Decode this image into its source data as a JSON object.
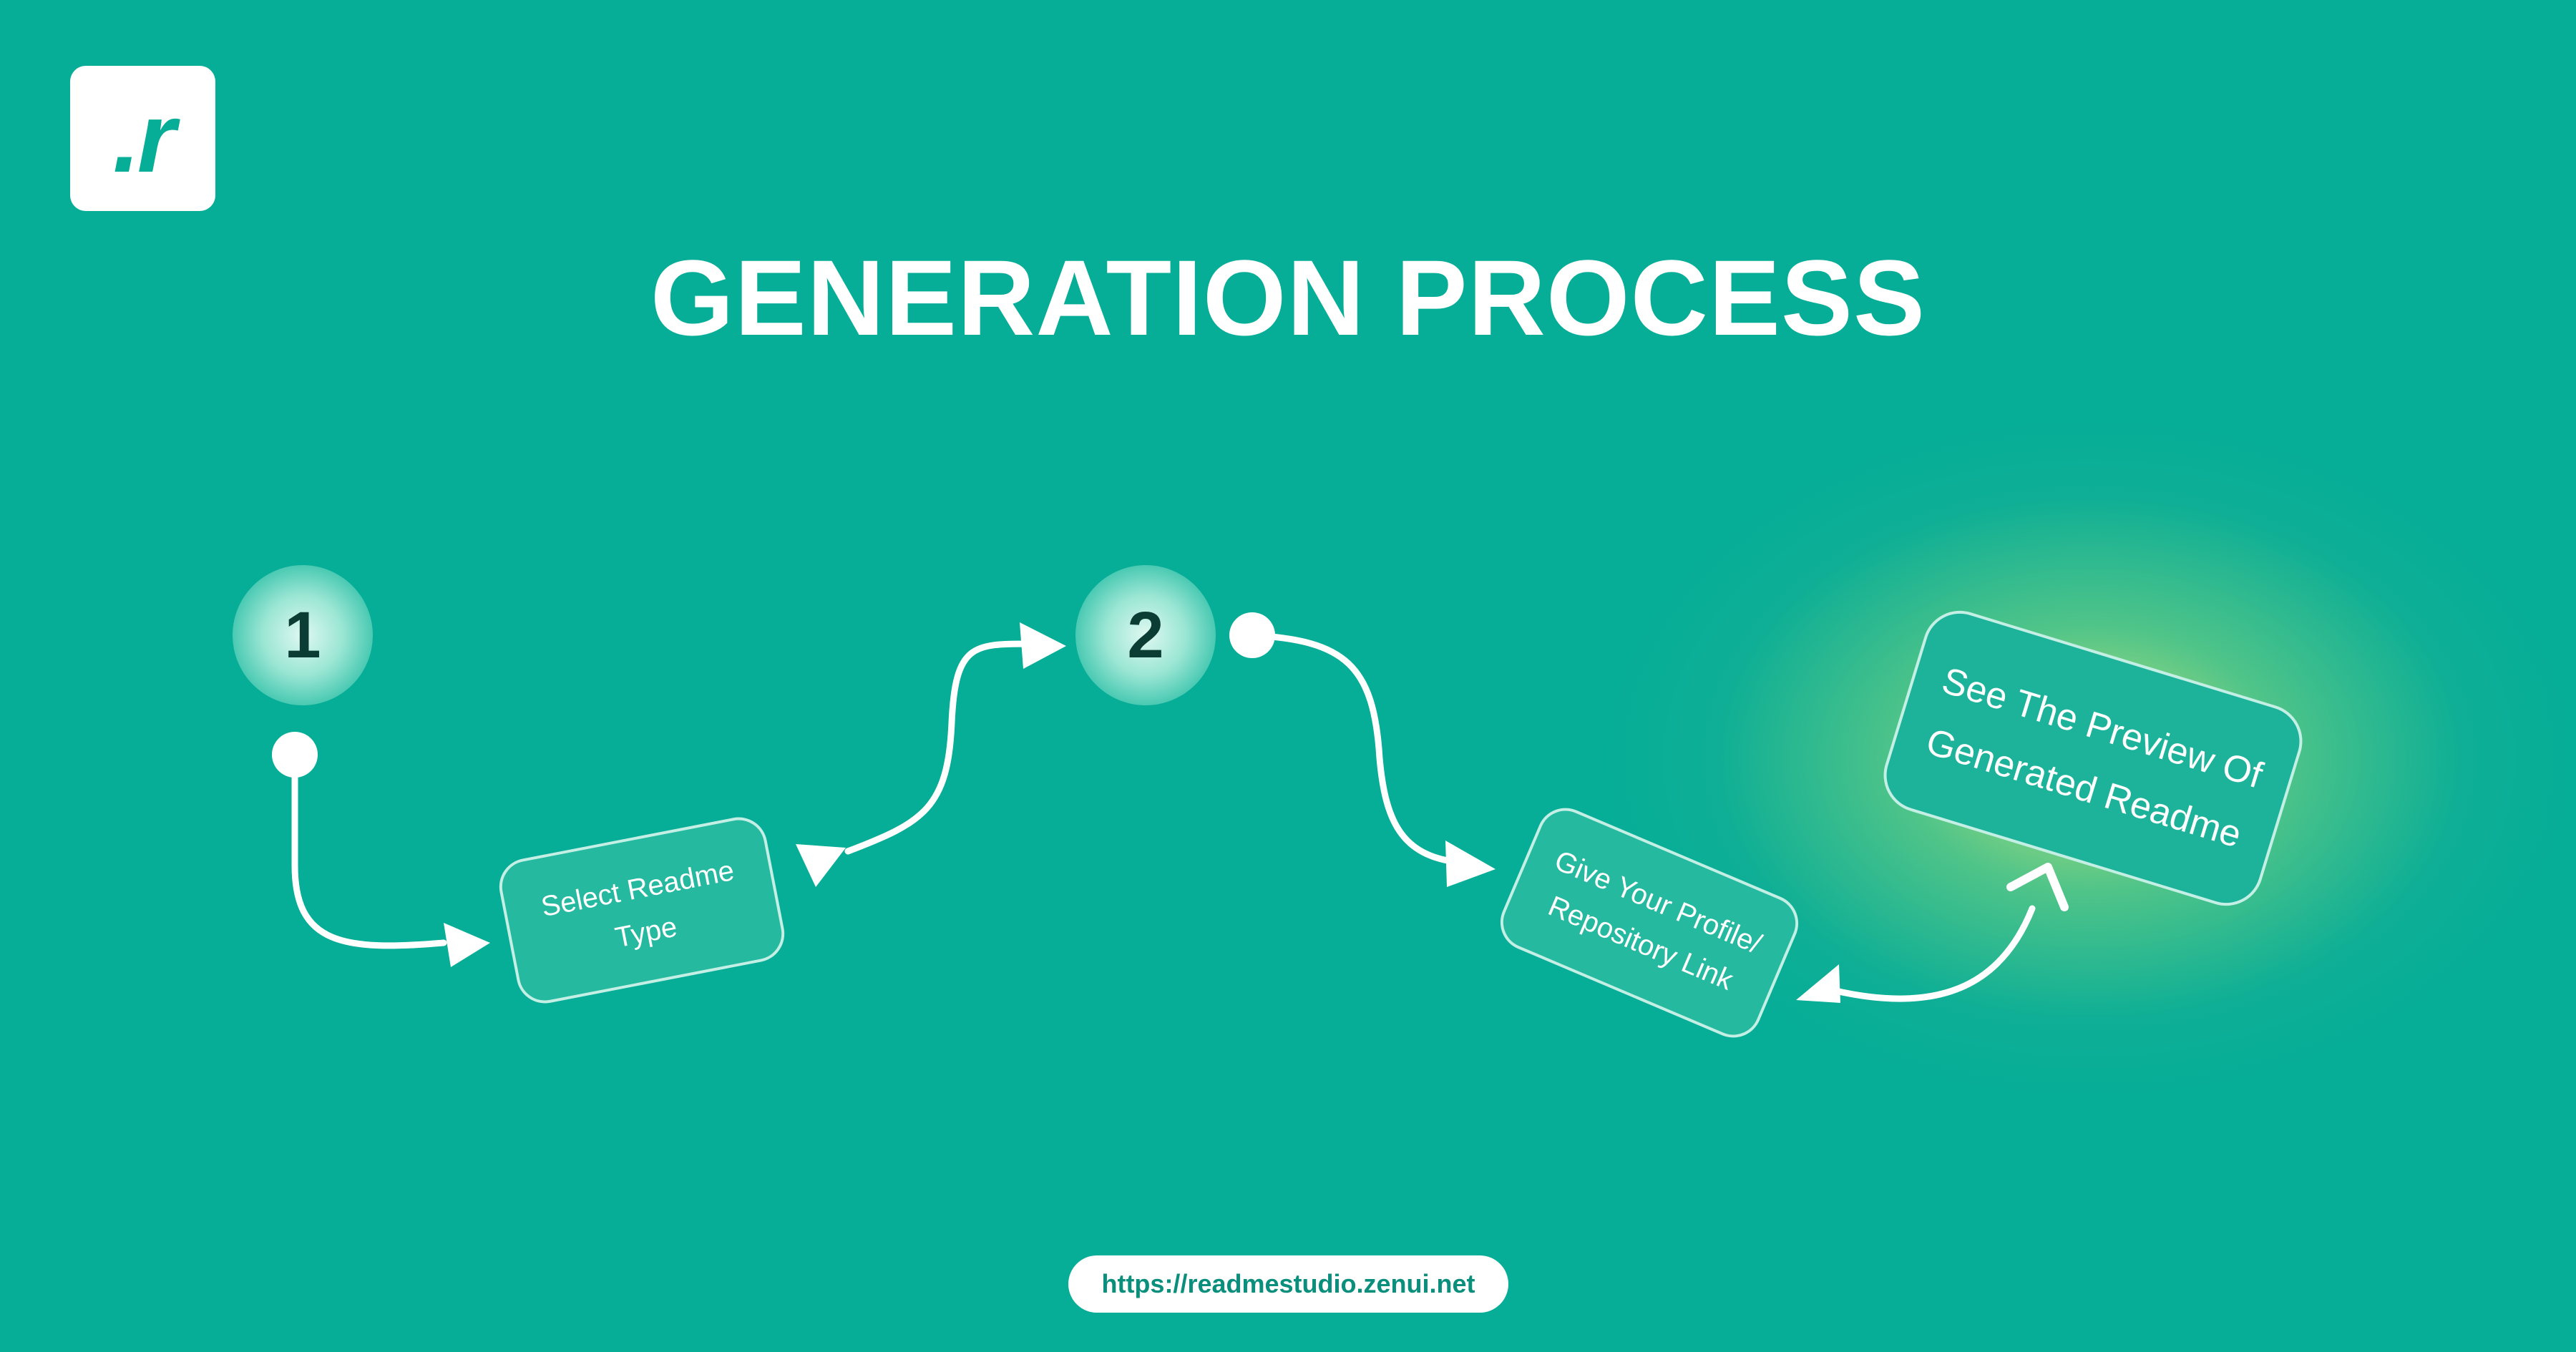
{
  "logo": {
    "text": ".r"
  },
  "title": "GENERATION PROCESS",
  "steps": [
    {
      "number": "1"
    },
    {
      "number": "2"
    }
  ],
  "cards": [
    {
      "lines": [
        "Select Readme",
        "Type"
      ]
    },
    {
      "lines": [
        "Give Your Profile/",
        "Repository Link"
      ]
    },
    {
      "lines": [
        "See The Preview Of",
        "Generated Readme"
      ]
    }
  ],
  "footer": {
    "url": "https://readmestudio.zenui.net"
  },
  "colors": {
    "background": "#06ad97",
    "card": "#25b9a0",
    "glow": "#cde878",
    "text": "#ffffff"
  }
}
